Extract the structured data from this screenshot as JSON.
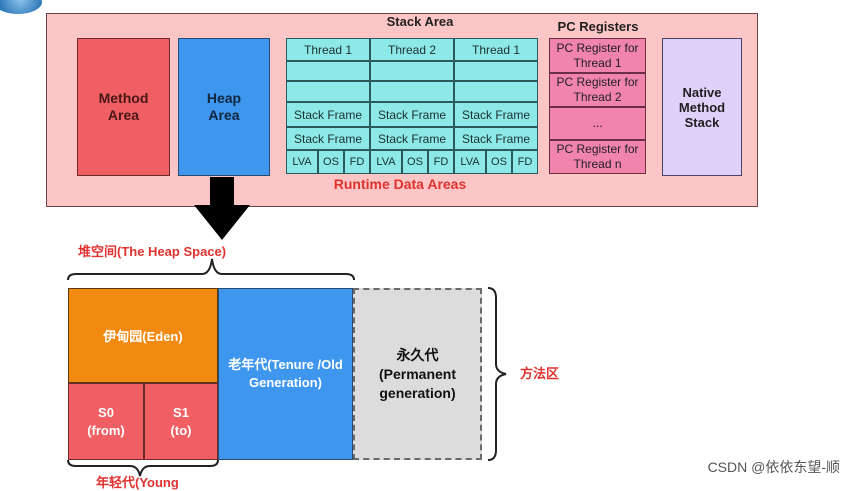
{
  "runtime": {
    "title": "Runtime Data Areas",
    "method_area": "Method\nArea",
    "heap_area": "Heap\nArea",
    "stack_area": {
      "title": "Stack Area",
      "threads": [
        "Thread 1",
        "Thread 2",
        "Thread 1"
      ],
      "stack_frame_label": "Stack Frame",
      "frame_parts": [
        "LVA",
        "OS",
        "FD"
      ]
    },
    "pc_registers": {
      "title": "PC Registers",
      "cells": [
        "PC Register for\nThread 1",
        "PC Register for\nThread 2",
        "...",
        "PC Register for\nThread n"
      ]
    },
    "native_stack": "Native\nMethod\nStack"
  },
  "heap_space": {
    "title": "堆空间(The Heap Space)",
    "eden": "伊甸园(Eden)",
    "s0": "S0\n(from)",
    "s1": "S1\n(to)",
    "old_gen": "老年代(Tenure /Old\nGeneration)",
    "perm_gen": "永久代\n(Permanent\ngeneration)",
    "method_zone_label": "方法区",
    "young_label": "年轻代(Young"
  },
  "watermark": "CSDN @依依东望-顺",
  "colors": {
    "runtime_bg": "#fcc6c6",
    "method_area": "#ef5f63",
    "heap_area": "#3e96ee",
    "stack_cell": "#8ce9e7",
    "pc_cell": "#f184ad",
    "native_stack": "#ded2fb",
    "eden": "#f28a12",
    "survivor": "#ef5f63",
    "old_gen": "#3e96ee",
    "perm_gen": "#dcdcdc",
    "label_red": "#e0322f"
  }
}
